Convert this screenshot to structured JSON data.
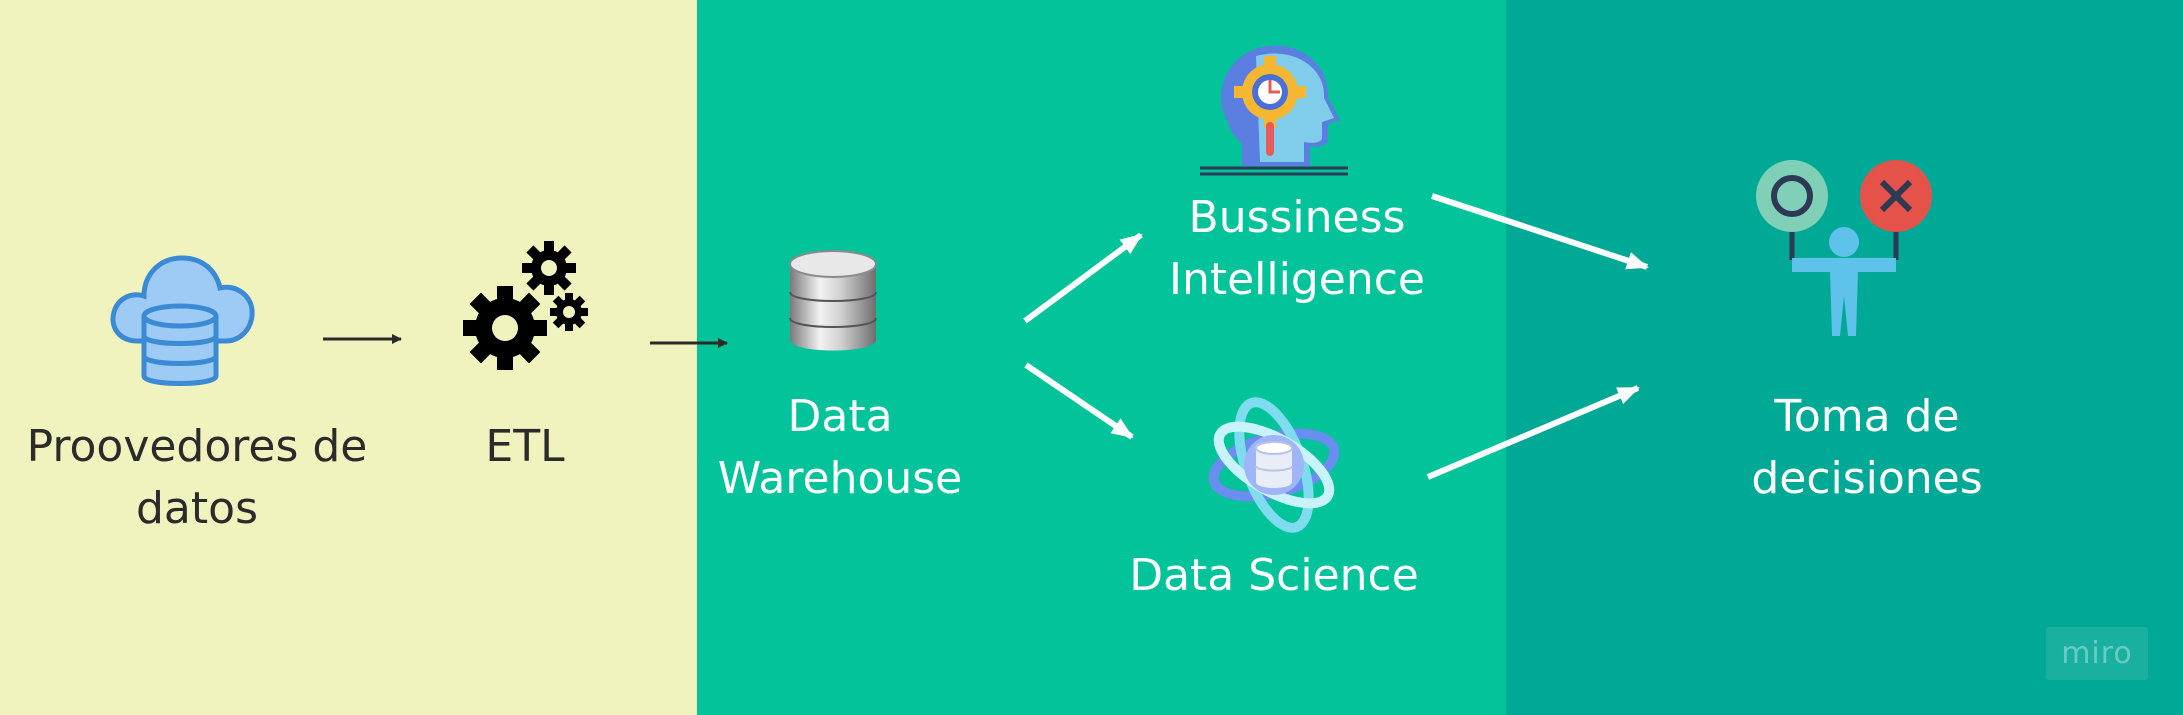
{
  "colors": {
    "sources_panel": "#f0f3bd",
    "analytics_panel": "#02c39a",
    "decisions_panel": "#00a896"
  },
  "nodes": {
    "providers": {
      "label_line1": "Proovedores de",
      "label_line2": "datos",
      "icon": "cloud-database-icon"
    },
    "etl": {
      "label": "ETL",
      "icon": "gears-icon"
    },
    "warehouse": {
      "label_line1": "Data",
      "label_line2": "Warehouse",
      "icon": "database-cylinder-icon"
    },
    "bi": {
      "label_line1": "Bussiness",
      "label_line2": "Intelligence",
      "icon": "head-gear-icon"
    },
    "data_science": {
      "label": "Data Science",
      "icon": "atom-database-icon"
    },
    "decisions": {
      "label_line1": "Toma de",
      "label_line2": "decisiones",
      "icon": "person-choice-icon"
    }
  },
  "watermark": "miro"
}
